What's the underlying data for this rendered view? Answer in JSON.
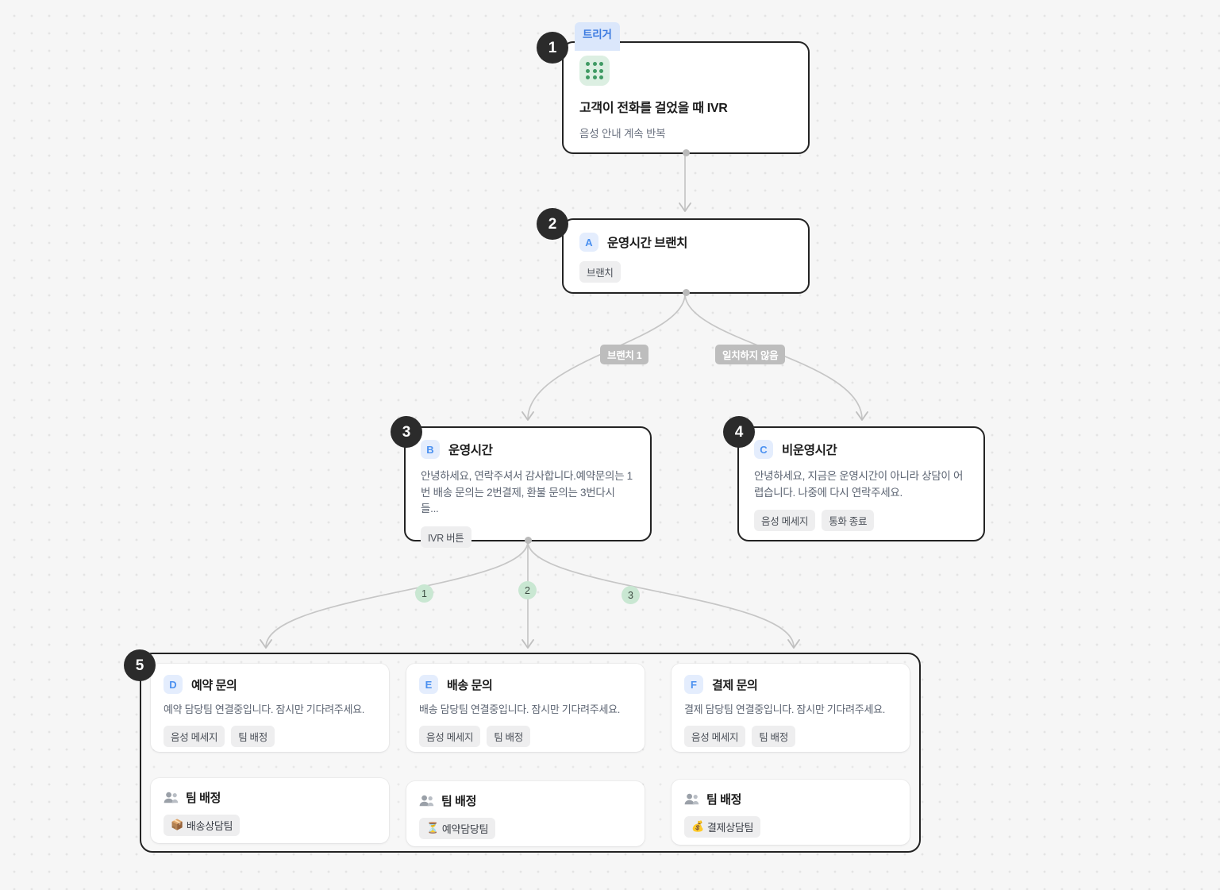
{
  "canvas": {
    "background_color": "#f6f6f6",
    "dot_color": "#e4e4e4",
    "accent_blue": "#4a90f0",
    "accent_green": "#3f9a63",
    "badge_dark": "#2b2b2b",
    "edge_color": "#c6c6c6"
  },
  "trigger_tab": {
    "label": "트리거"
  },
  "nodes": {
    "n1": {
      "step": "1",
      "icon": "dialpad-icon",
      "title": "고객이 전화를 걸었을 때 IVR",
      "subtitle": "음성 안내 계속 반복"
    },
    "n2": {
      "step": "2",
      "letter": "A",
      "title": "운영시간 브랜치",
      "tags": [
        "브랜치"
      ]
    },
    "n3": {
      "step": "3",
      "letter": "B",
      "title": "운영시간",
      "body": "안녕하세요, 연락주셔서 감사합니다.예약문의는 1번 배송 문의는 2번결제, 환불 문의는 3번다시 들...",
      "tags": [
        "IVR 버튼"
      ]
    },
    "n4": {
      "step": "4",
      "letter": "C",
      "title": "비운영시간",
      "body": "안녕하세요, 지금은 운영시간이 아니라 상담이 어렵습니다. 나중에 다시 연락주세요.",
      "tags": [
        "음성 메세지",
        "통화 종료"
      ]
    },
    "n5": {
      "step": "5"
    }
  },
  "edge_labels": {
    "branch1": "브랜치 1",
    "nomatch": "일치하지 않음",
    "ivr1": "1",
    "ivr2": "2",
    "ivr3": "3"
  },
  "group5": {
    "cards": [
      {
        "letter": "D",
        "title": "예약 문의",
        "body": "예약 담당팀 연결중입니다. 잠시만 기다려주세요.",
        "tags": [
          "음성 메세지",
          "팀 배정"
        ]
      },
      {
        "letter": "E",
        "title": "배송 문의",
        "body": "배송 담당팀 연결중입니다. 잠시만 기다려주세요.",
        "tags": [
          "음성 메세지",
          "팀 배정"
        ]
      },
      {
        "letter": "F",
        "title": "결제 문의",
        "body": "결제 담당팀 연결중입니다. 잠시만 기다려주세요.",
        "tags": [
          "음성 메세지",
          "팀 배정"
        ]
      }
    ],
    "team_cards": [
      {
        "title": "팀 배정",
        "emoji": "📦",
        "team": "배송상담팀"
      },
      {
        "title": "팀 배정",
        "emoji": "⏳",
        "team": "예약담당팀"
      },
      {
        "title": "팀 배정",
        "emoji": "💰",
        "team": "결제상담팀"
      }
    ]
  }
}
